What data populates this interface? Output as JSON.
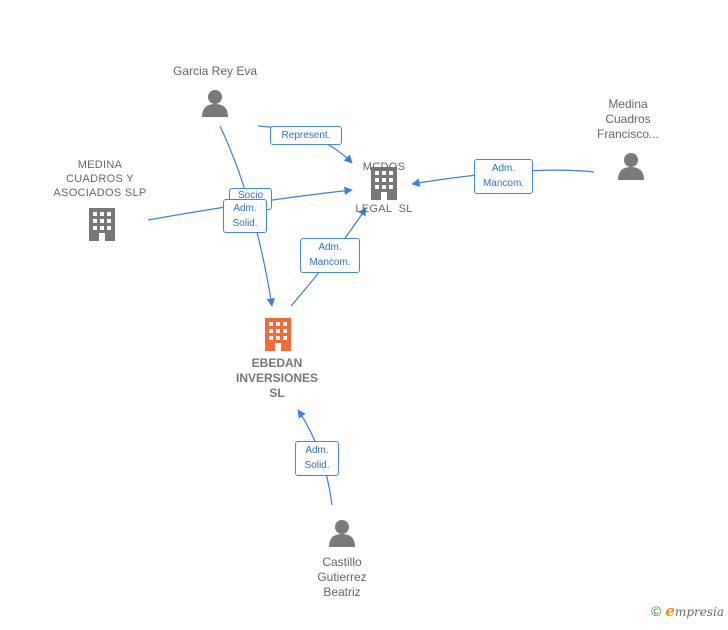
{
  "nodes": {
    "garcia": {
      "label": "Garcia Rey Eva"
    },
    "medina_francisco": {
      "label": [
        "Medina",
        "Cuadros",
        "Francisco..."
      ]
    },
    "medina_cuadros_slp": {
      "label": [
        "MEDINA",
        "CUADROS Y",
        "ASOCIADOS SLP"
      ]
    },
    "mcdos": {
      "label": [
        "MCDOS",
        "LEGAL  SL"
      ]
    },
    "ebedan": {
      "label": [
        "EBEDAN",
        "INVERSIONES",
        "SL"
      ]
    },
    "castillo": {
      "label": [
        "Castillo",
        "Gutierrez",
        "Beatriz"
      ]
    }
  },
  "edges": {
    "represent": "Represent.",
    "adm_mancom_right": [
      "Adm.",
      "Mancom."
    ],
    "socio": "Socio",
    "adm_solid_top": [
      "Adm.",
      "Solid."
    ],
    "adm_mancom_mid": [
      "Adm.",
      "Mancom."
    ],
    "adm_solid_bottom": [
      "Adm.",
      "Solid."
    ]
  },
  "colors": {
    "edge": "#3f7fd6",
    "person_icon": "#7a7a7a",
    "company_icon": "#777777",
    "focus_company_icon": "#f26a3a"
  },
  "footer": {
    "copyright": "©",
    "brand_initial": "e",
    "brand_rest": "mpresia"
  }
}
